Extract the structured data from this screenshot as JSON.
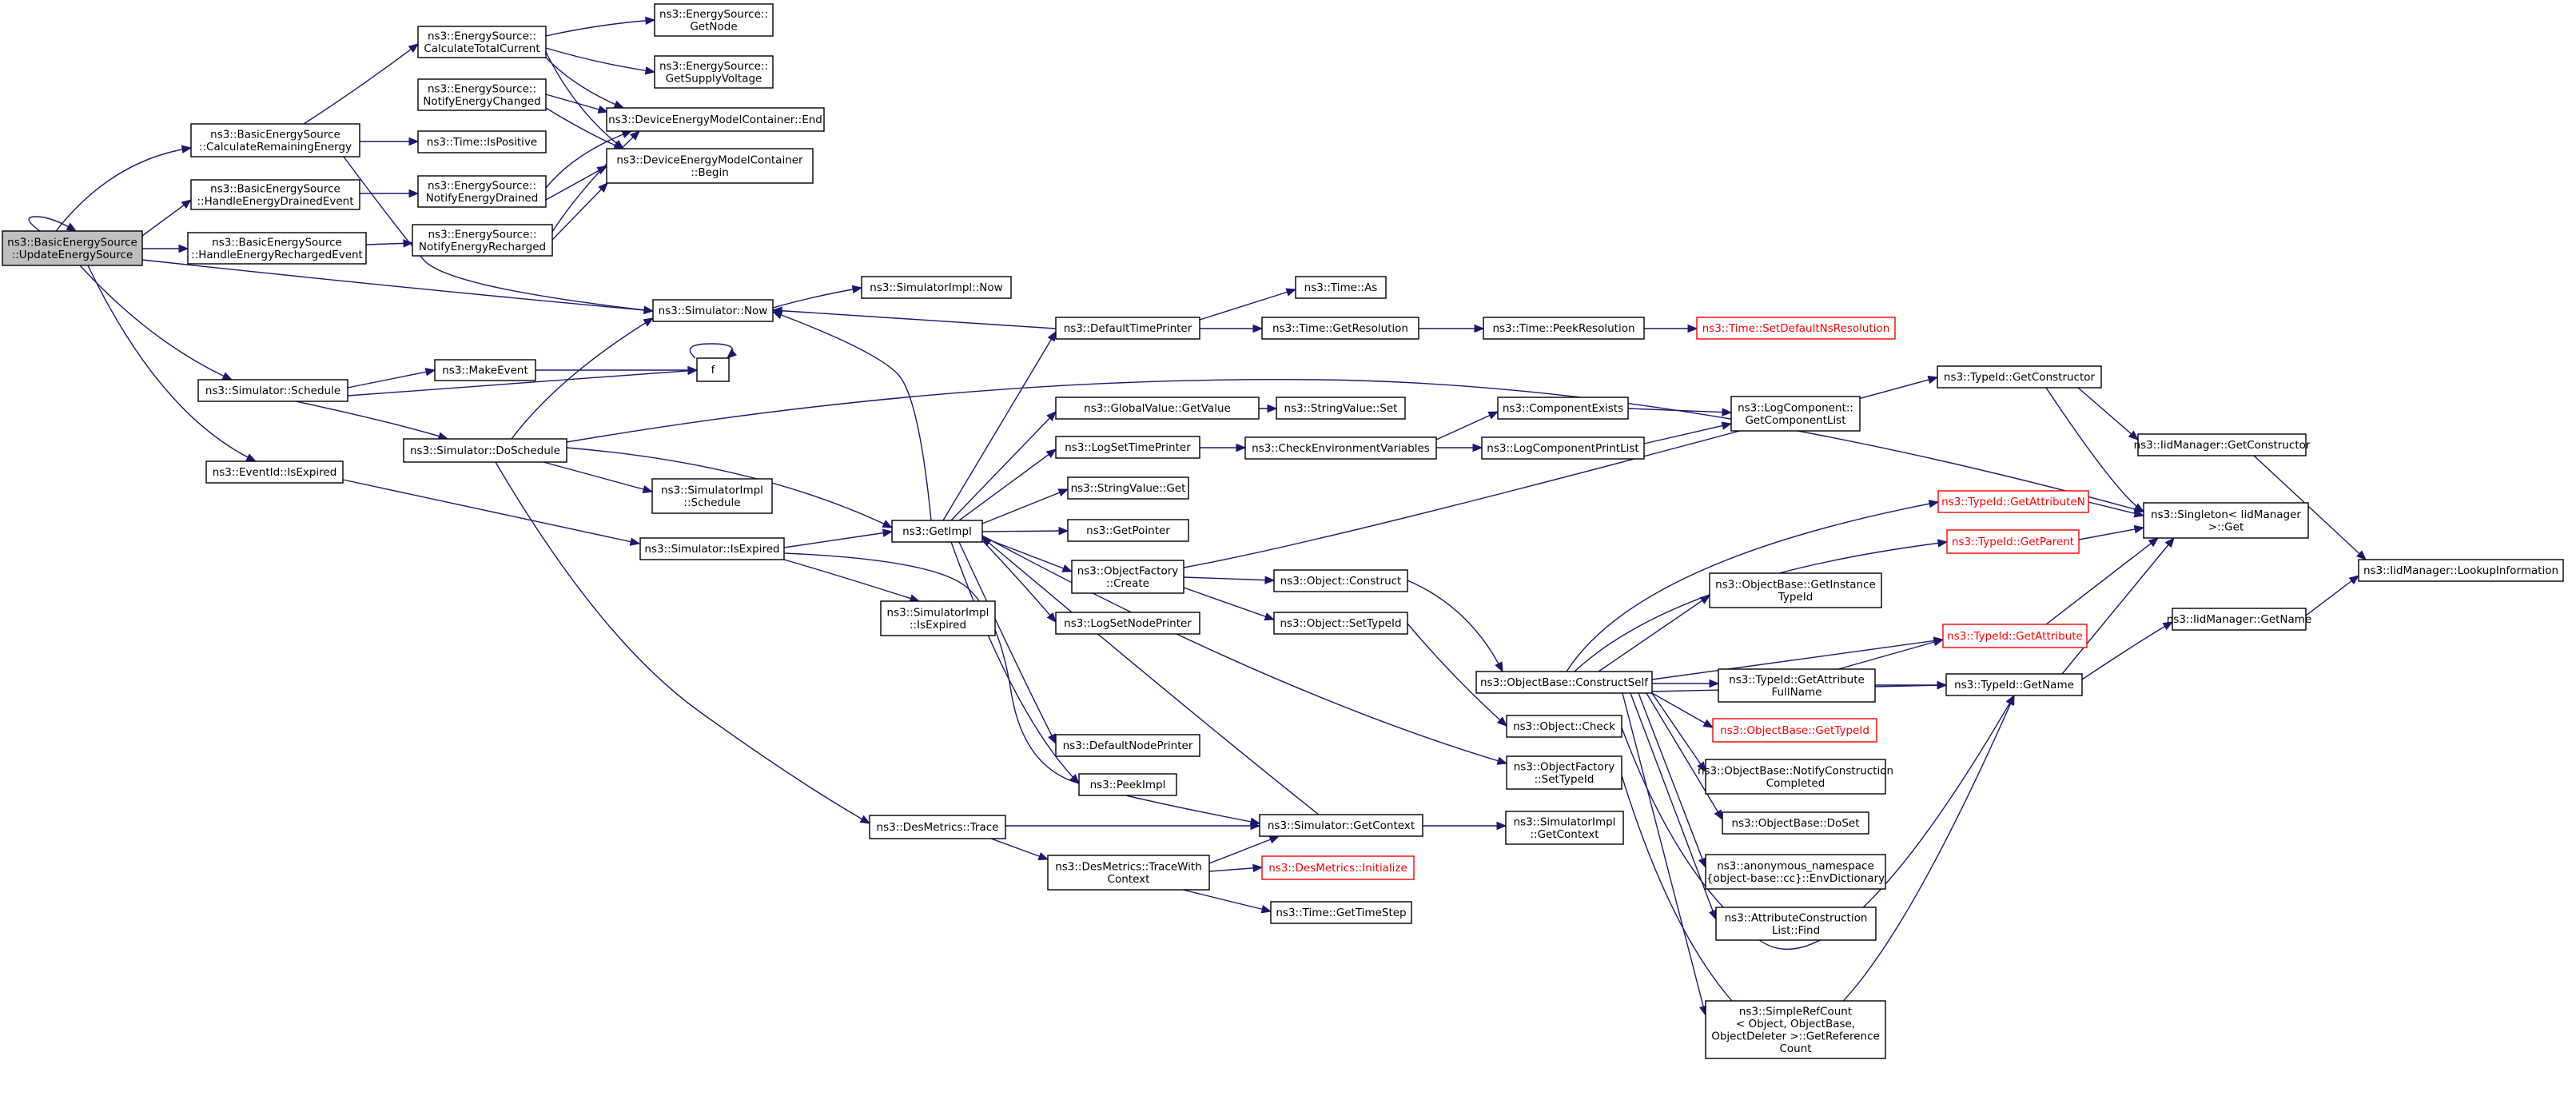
{
  "graph": {
    "colors": {
      "edge": "#191970",
      "root_fill": "#bfbfbf",
      "node_border": "#000000",
      "unresolved_border": "#ff0000"
    },
    "nodes": [
      {
        "id": "n0",
        "lines": [
          "ns3::BasicEnergySource",
          "::UpdateEnergySource"
        ],
        "style": "root"
      },
      {
        "id": "n1",
        "lines": [
          "ns3::BasicEnergySource",
          "::CalculateRemainingEnergy"
        ]
      },
      {
        "id": "n2",
        "lines": [
          "ns3::BasicEnergySource",
          "::HandleEnergyDrainedEvent"
        ]
      },
      {
        "id": "n3",
        "lines": [
          "ns3::BasicEnergySource",
          "::HandleEnergyRechargedEvent"
        ]
      },
      {
        "id": "n4",
        "lines": [
          "ns3::EnergySource::",
          "CalculateTotalCurrent"
        ]
      },
      {
        "id": "n5",
        "lines": [
          "ns3::EnergySource::",
          "NotifyEnergyChanged"
        ]
      },
      {
        "id": "n6",
        "lines": [
          "ns3::Time::IsPositive"
        ]
      },
      {
        "id": "n7",
        "lines": [
          "ns3::EnergySource::",
          "NotifyEnergyDrained"
        ]
      },
      {
        "id": "n8",
        "lines": [
          "ns3::EnergySource::",
          "NotifyEnergyRecharged"
        ]
      },
      {
        "id": "n9",
        "lines": [
          "ns3::EnergySource::",
          "GetNode"
        ]
      },
      {
        "id": "n10",
        "lines": [
          "ns3::EnergySource::",
          "GetSupplyVoltage"
        ]
      },
      {
        "id": "n11",
        "lines": [
          "ns3::DeviceEnergyModelContainer::End"
        ]
      },
      {
        "id": "n12",
        "lines": [
          "ns3::DeviceEnergyModelContainer",
          "::Begin"
        ]
      },
      {
        "id": "n13",
        "lines": [
          "ns3::Simulator::Now"
        ]
      },
      {
        "id": "n14",
        "lines": [
          "ns3::SimulatorImpl::Now"
        ]
      },
      {
        "id": "n15",
        "lines": [
          "ns3::Simulator::Schedule"
        ]
      },
      {
        "id": "n16",
        "lines": [
          "ns3::MakeEvent"
        ]
      },
      {
        "id": "n17",
        "lines": [
          "f"
        ]
      },
      {
        "id": "n18",
        "lines": [
          "ns3::Simulator::DoSchedule"
        ]
      },
      {
        "id": "n19",
        "lines": [
          "ns3::EventId::IsExpired"
        ]
      },
      {
        "id": "n20",
        "lines": [
          "ns3::SimulatorImpl",
          "::Schedule"
        ]
      },
      {
        "id": "n21",
        "lines": [
          "ns3::Simulator::IsExpired"
        ]
      },
      {
        "id": "n22",
        "lines": [
          "ns3::SimulatorImpl",
          "::IsExpired"
        ]
      },
      {
        "id": "n23",
        "lines": [
          "ns3::GetImpl"
        ]
      },
      {
        "id": "n24",
        "lines": [
          "ns3::DesMetrics::Trace"
        ]
      },
      {
        "id": "n25",
        "lines": [
          "ns3::DesMetrics::TraceWith",
          "Context"
        ]
      },
      {
        "id": "n26",
        "lines": [
          "ns3::DefaultTimePrinter"
        ]
      },
      {
        "id": "n27",
        "lines": [
          "ns3::GlobalValue::GetValue"
        ]
      },
      {
        "id": "n28",
        "lines": [
          "ns3::LogSetTimePrinter"
        ]
      },
      {
        "id": "n29",
        "lines": [
          "ns3::StringValue::Get"
        ]
      },
      {
        "id": "n30",
        "lines": [
          "ns3::GetPointer"
        ]
      },
      {
        "id": "n31",
        "lines": [
          "ns3::ObjectFactory",
          "::Create"
        ]
      },
      {
        "id": "n32",
        "lines": [
          "ns3::LogSetNodePrinter"
        ]
      },
      {
        "id": "n33",
        "lines": [
          "ns3::DefaultNodePrinter"
        ]
      },
      {
        "id": "n34",
        "lines": [
          "ns3::PeekImpl"
        ]
      },
      {
        "id": "n35",
        "lines": [
          "ns3::Simulator::GetContext"
        ]
      },
      {
        "id": "n36",
        "lines": [
          "ns3::DesMetrics::Initialize"
        ],
        "style": "red"
      },
      {
        "id": "n37",
        "lines": [
          "ns3::Time::GetTimeStep"
        ]
      },
      {
        "id": "n38",
        "lines": [
          "ns3::Time::As"
        ]
      },
      {
        "id": "n39",
        "lines": [
          "ns3::Time::GetResolution"
        ]
      },
      {
        "id": "n40",
        "lines": [
          "ns3::Time::PeekResolution"
        ]
      },
      {
        "id": "n41",
        "lines": [
          "ns3::Time::SetDefaultNsResolution"
        ],
        "style": "red"
      },
      {
        "id": "n42",
        "lines": [
          "ns3::StringValue::Set"
        ]
      },
      {
        "id": "n43",
        "lines": [
          "ns3::CheckEnvironmentVariables"
        ]
      },
      {
        "id": "n44",
        "lines": [
          "ns3::ComponentExists"
        ]
      },
      {
        "id": "n45",
        "lines": [
          "ns3::LogComponentPrintList"
        ]
      },
      {
        "id": "n46",
        "lines": [
          "ns3::LogComponent::",
          "GetComponentList"
        ]
      },
      {
        "id": "n47",
        "lines": [
          "ns3::Object::Construct"
        ]
      },
      {
        "id": "n48",
        "lines": [
          "ns3::Object::SetTypeId"
        ]
      },
      {
        "id": "n49",
        "lines": [
          "ns3::ObjectBase::ConstructSelf"
        ]
      },
      {
        "id": "n50",
        "lines": [
          "ns3::Object::Check"
        ]
      },
      {
        "id": "n51",
        "lines": [
          "ns3::ObjectFactory",
          "::SetTypeId"
        ]
      },
      {
        "id": "n52",
        "lines": [
          "ns3::SimulatorImpl",
          "::GetContext"
        ]
      },
      {
        "id": "n53",
        "lines": [
          "ns3::ObjectBase::GetInstance",
          "TypeId"
        ]
      },
      {
        "id": "n54",
        "lines": [
          "ns3::TypeId::GetAttribute",
          "FullName"
        ]
      },
      {
        "id": "n55",
        "lines": [
          "ns3::ObjectBase::GetTypeId"
        ],
        "style": "red"
      },
      {
        "id": "n56",
        "lines": [
          "ns3::ObjectBase::NotifyConstruction",
          "Completed"
        ]
      },
      {
        "id": "n57",
        "lines": [
          "ns3::ObjectBase::DoSet"
        ]
      },
      {
        "id": "n58",
        "lines": [
          "ns3::anonymous_namespace",
          "{object-base::cc}::EnvDictionary"
        ]
      },
      {
        "id": "n59",
        "lines": [
          "ns3::AttributeConstruction",
          "List::Find"
        ]
      },
      {
        "id": "n60",
        "lines": [
          "ns3::SimpleRefCount",
          "< Object, ObjectBase,",
          "ObjectDeleter >::GetReference",
          "Count"
        ]
      },
      {
        "id": "n61",
        "lines": [
          "ns3::TypeId::GetConstructor"
        ]
      },
      {
        "id": "n62",
        "lines": [
          "ns3::TypeId::GetAttributeN"
        ],
        "style": "red"
      },
      {
        "id": "n63",
        "lines": [
          "ns3::TypeId::GetParent"
        ],
        "style": "red"
      },
      {
        "id": "n64",
        "lines": [
          "ns3::TypeId::GetAttribute"
        ],
        "style": "red"
      },
      {
        "id": "n65",
        "lines": [
          "ns3::TypeId::GetName"
        ]
      },
      {
        "id": "n66",
        "lines": [
          "ns3::IidManager::GetConstructor"
        ]
      },
      {
        "id": "n67",
        "lines": [
          "ns3::Singleton< IidManager",
          "  >::Get"
        ]
      },
      {
        "id": "n68",
        "lines": [
          "ns3::IidManager::GetName"
        ]
      },
      {
        "id": "n69",
        "lines": [
          "ns3::IidManager::LookupInformation"
        ]
      }
    ]
  }
}
